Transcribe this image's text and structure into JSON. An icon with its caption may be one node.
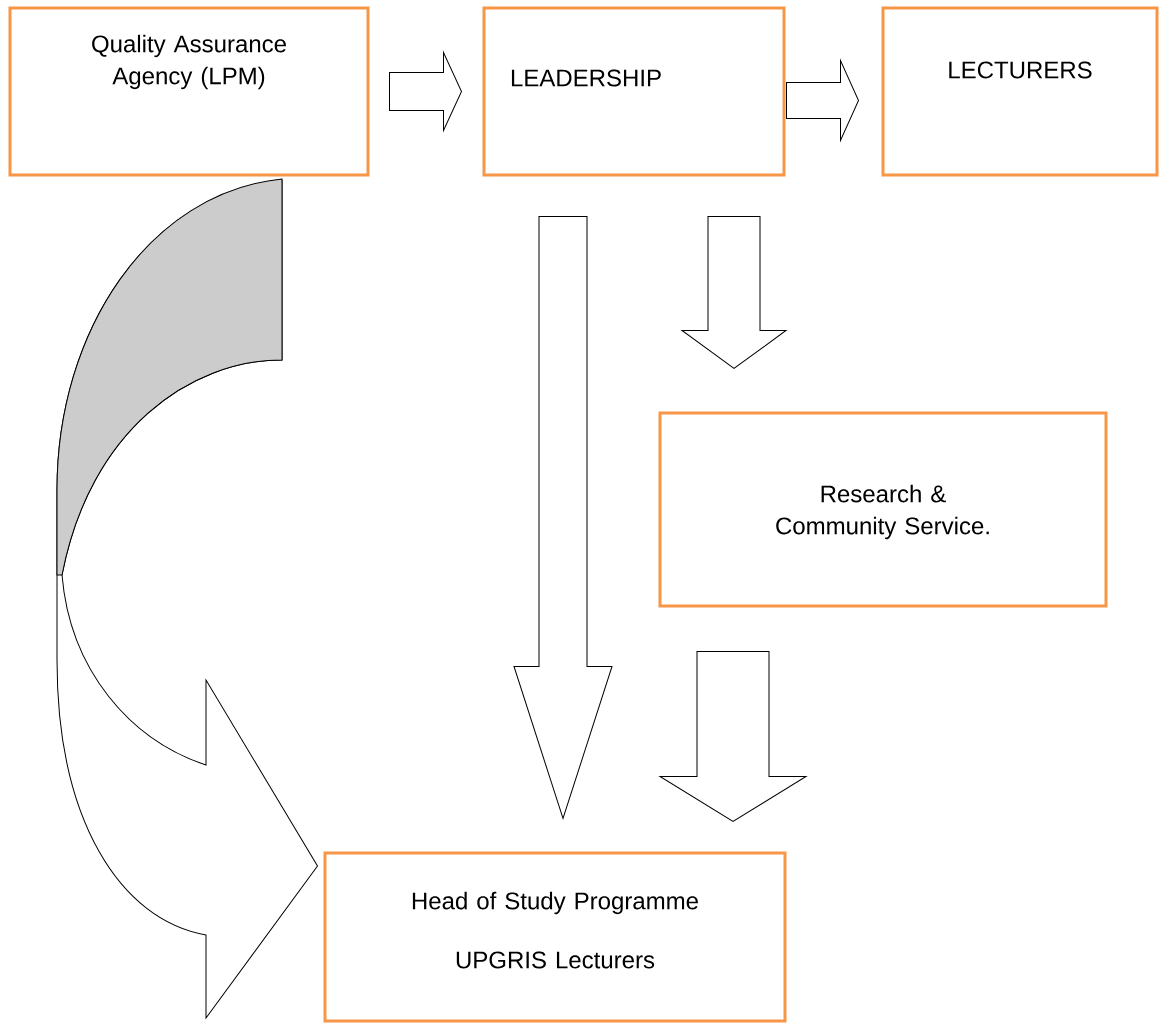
{
  "diagram": {
    "nodes": [
      {
        "text": [
          "Quality Assurance Agency (LPM)"
        ]
      },
      {
        "text": [
          "LEADERSHIP"
        ]
      },
      {
        "text": [
          "LECTURERS"
        ]
      },
      {
        "text": [
          "Research & Community Service."
        ]
      },
      {
        "text": [
          "Head of Study Programme",
          "UPGRIS Lecturers"
        ]
      }
    ],
    "edges": [
      {
        "from": 0,
        "to": 1,
        "arrow": "to"
      },
      {
        "from": 1,
        "to": 2,
        "arrow": "to"
      },
      {
        "from": 1,
        "to": 4,
        "arrow": "to"
      },
      {
        "from": 1,
        "to": 3,
        "arrow": "to"
      },
      {
        "from": 3,
        "to": 4,
        "arrow": "to"
      },
      {
        "from": 0,
        "to": 4,
        "arrow": "to"
      }
    ]
  }
}
